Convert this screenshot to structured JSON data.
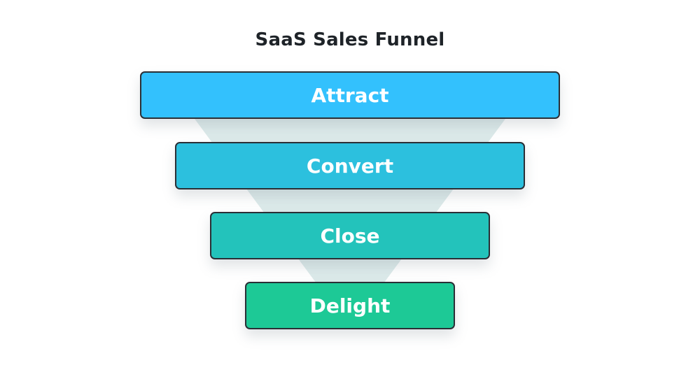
{
  "diagram": {
    "title": "SaaS Sales Funnel",
    "stages": [
      {
        "label": "Attract",
        "color": "#33c1fd"
      },
      {
        "label": "Convert",
        "color": "#2cc0de"
      },
      {
        "label": "Close",
        "color": "#23c3bb"
      },
      {
        "label": "Delight",
        "color": "#1dc996"
      }
    ],
    "funnel_color": "#dceaea"
  }
}
